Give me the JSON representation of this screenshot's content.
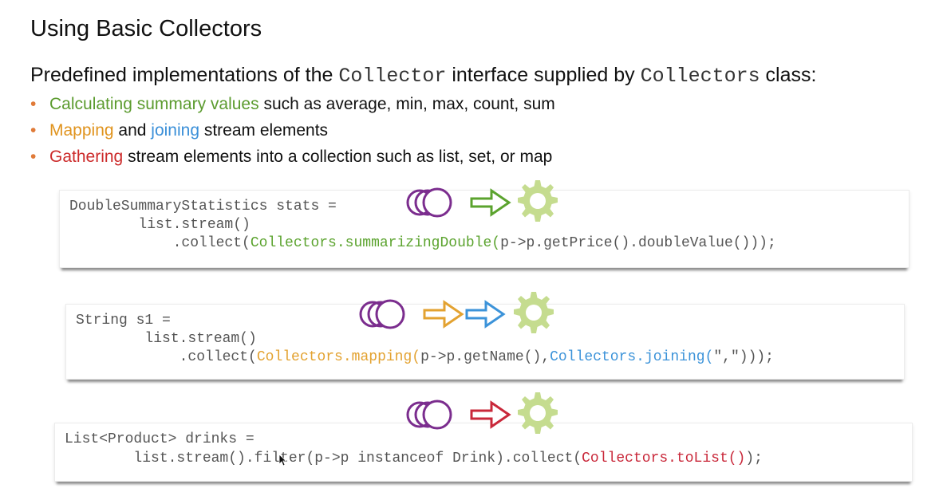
{
  "slide": {
    "title": "Using Basic Collectors",
    "intro": {
      "part1": "Predefined implementations of the ",
      "code1": "Collector",
      "part2": " interface supplied by ",
      "code2": "Collectors",
      "part3": " class:"
    },
    "bullets": [
      {
        "highlight": "Calculating summary values",
        "rest": " such as average, min, max, count, sum"
      },
      {
        "highlight1": "Mapping",
        "mid": " and ",
        "highlight2": "joining",
        "rest": " stream elements"
      },
      {
        "highlight": "Gathering",
        "rest": " stream elements into a collection such as list, set, or map"
      }
    ],
    "bullet_marker": "•"
  },
  "code_blocks": [
    {
      "line1": "DoubleSummaryStatistics stats =",
      "line2": "        list.stream()",
      "line3_pre": "            .collect(",
      "line3_call": "Collectors.summarizingDouble",
      "line3_paren": "(",
      "line3_post": "p->p.getPrice().doubleValue()));"
    },
    {
      "line1": "String s1 =",
      "line2": "        list.stream()",
      "line3_pre": "            .collect(",
      "line3_call1": "Collectors.mapping",
      "line3_paren1": "(",
      "line3_mid": "p->p.getName(),",
      "line3_call2": "Collectors.joining",
      "line3_paren2": "(",
      "line3_post": "\",\")));"
    },
    {
      "line1": "List<Product> drinks =",
      "line2_pre": "        list.stream().filter(p->p instanceof Drink).collect(",
      "line2_call": "Collectors.toList",
      "line2_paren": "()",
      "line2_post": ");"
    }
  ],
  "icons": {
    "stream": "stream-circles-icon",
    "arrow": "arrow-right-icon",
    "gear": "gear-icon"
  },
  "colors": {
    "purple": "#7b2d8e",
    "green": "#5ba32e",
    "orange": "#e3a230",
    "blue": "#3c93d9",
    "red": "#c9283a",
    "gear": "#c5dc8f"
  }
}
